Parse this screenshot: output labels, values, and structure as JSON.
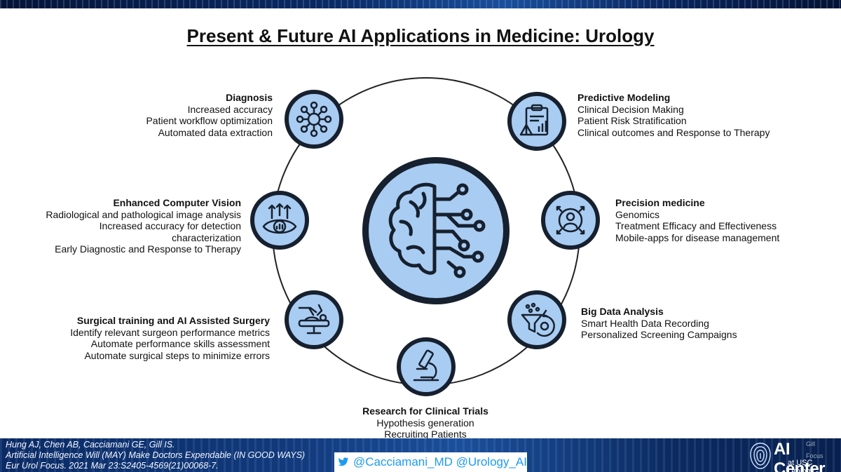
{
  "title": "Present & Future AI Applications in Medicine: Urology",
  "colors": {
    "node_fill": "#a9ccf2",
    "node_border": "#16202e",
    "band": "#0b2a63",
    "twitter": "#1d9bf0"
  },
  "sections": {
    "diagnosis": {
      "icon": "virus-network-icon",
      "heading": "Diagnosis",
      "lines": [
        "Increased accuracy",
        "Patient workflow optimization",
        "Automated data extraction"
      ]
    },
    "predictive": {
      "icon": "clipboard-chart-warning-icon",
      "heading": "Predictive Modeling",
      "lines": [
        "Clinical Decision Making",
        "Patient Risk Stratification",
        "Clinical outcomes and Response to Therapy"
      ]
    },
    "vision": {
      "icon": "eye-chart-icon",
      "heading": "Enhanced Computer Vision",
      "lines": [
        "Radiological and pathological image analysis",
        "Increased accuracy for detection characterization",
        "Early Diagnostic and Response to Therapy"
      ]
    },
    "precision": {
      "icon": "person-target-icon",
      "heading": "Precision medicine",
      "lines": [
        "Genomics",
        "Treatment Efficacy and Effectiveness",
        "Mobile-apps for disease management"
      ]
    },
    "surgical": {
      "icon": "robotic-surgery-icon",
      "heading": "Surgical training and AI Assisted Surgery",
      "lines": [
        "Identify relevant surgeon performance metrics",
        "Automate performance skills assessment",
        "Automate surgical steps to minimize errors"
      ]
    },
    "bigdata": {
      "icon": "data-funnel-gear-icon",
      "heading": "Big Data Analysis",
      "lines": [
        "Smart Health Data Recording",
        "Personalized Screening Campaigns"
      ]
    },
    "research": {
      "icon": "microscope-icon",
      "heading": "Research for Clinical Trials",
      "lines": [
        "Hypothesis generation",
        "Recruiting Patients"
      ]
    }
  },
  "center_icon": "ai-brain-circuit-icon",
  "footer": {
    "citation": [
      "Hung AJ, Chen AB, Cacciamani GE, Gill IS.",
      "Artificial Intelligence Will (MAY) Make Doctors Expendable (IN GOOD WAYS)",
      "Eur Urol Focus. 2021 Mar 23:S2405-4569(21)00068-7."
    ],
    "twitter_handles": "@Cacciamani_MD  @Urology_AI",
    "brand_main": "AI Center",
    "brand_sub": "at USC Urology",
    "brand_ghost1": "Gill",
    "brand_ghost2": "Focus"
  }
}
